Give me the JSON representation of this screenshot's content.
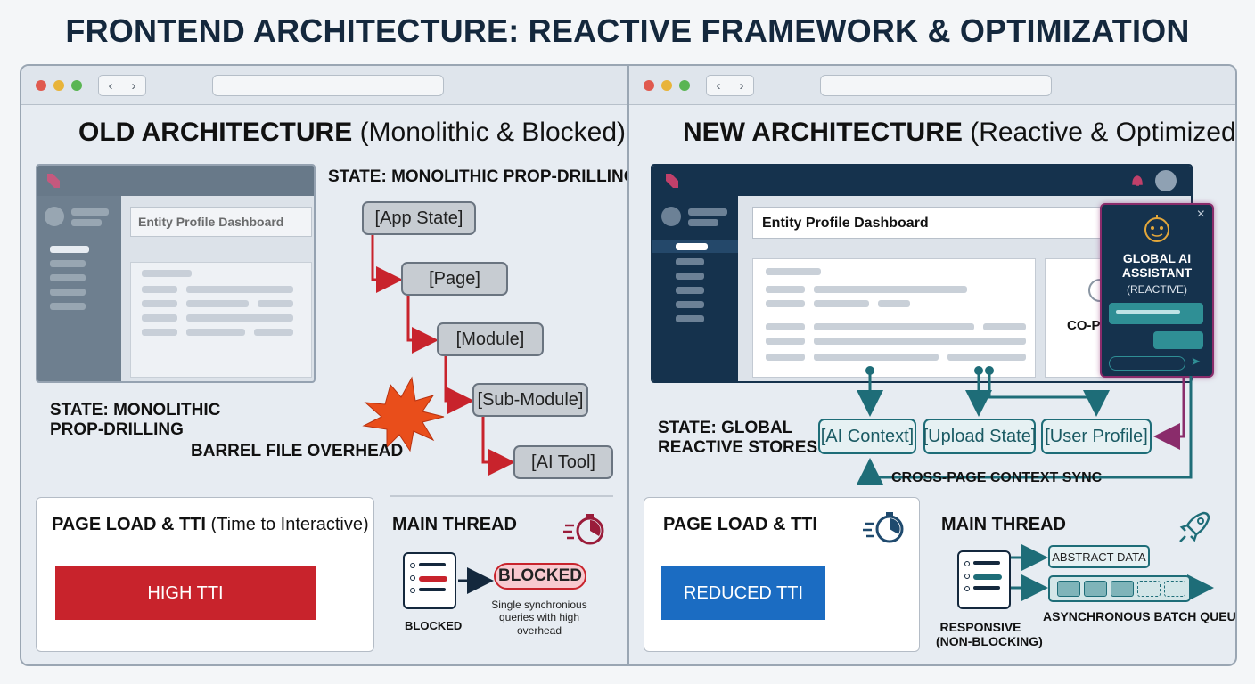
{
  "title": "FRONTEND ARCHITECTURE: REACTIVE FRAMEWORK & OPTIMIZATION",
  "colors": {
    "blocked_red": "#c8232c",
    "reactive_blue": "#1b6cc2",
    "teal": "#1e6d78",
    "dark_navy": "#14283d",
    "burst_orange": "#e94e1b"
  },
  "old": {
    "heading_bold": "OLD ARCHITECTURE",
    "heading_rest": "(Monolithic & Blocked)",
    "mock_title": "Entity Profile Dashboard",
    "state_title": "STATE: MONOLITHIC PROP-DRILLING",
    "chain": [
      "[App State]",
      "[Page]",
      "[Module]",
      "[Sub-Module]",
      "[AI Tool]"
    ],
    "state_label": "STATE: MONOLITHIC\nPROP-DRILLING",
    "barrel": "BARREL FILE OVERHEAD",
    "pageload_title_bold": "PAGE LOAD & TTI",
    "pageload_title_rest": "(Time to Interactive)",
    "tti_label": "HIGH TTI",
    "main_thread": "MAIN THREAD",
    "blocked_pill": "BLOCKED",
    "blocked_label": "BLOCKED",
    "blocked_desc": "Single synchronious\nqueries with high\noverhead"
  },
  "new": {
    "heading_bold": "NEW ARCHITECTURE",
    "heading_rest": "(Reactive & Optimized)",
    "mock_title": "Entity Profile Dashboard",
    "copilot_partial": "CO-PI",
    "assistant_title": "GLOBAL AI\nASSISTANT",
    "assistant_sub": "(REACTIVE)",
    "state_label": "STATE: GLOBAL\nREACTIVE STORES",
    "stores": [
      "[AI Context]",
      "[Upload State]",
      "[User Profile]"
    ],
    "sync": "CROSS-PAGE CONTEXT SYNC",
    "pageload_title": "PAGE LOAD & TTI",
    "tti_label": "REDUCED TTI",
    "main_thread": "MAIN THREAD",
    "abstract_data": "ABSTRACT DATA",
    "queue_label": "ASYNCHRONOUS BATCH QUEUE",
    "responsive_label": "RESPONSIVE\n(NON-BLOCKING)"
  },
  "icons": {
    "close": "×",
    "send": "➤",
    "nav_back": "‹",
    "nav_fwd": "›"
  }
}
